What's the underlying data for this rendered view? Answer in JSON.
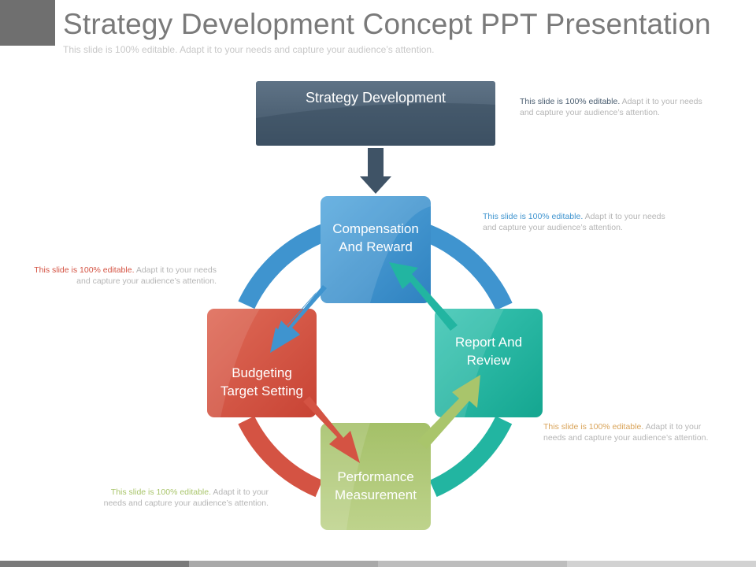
{
  "slide": {
    "title": "Strategy Development Concept PPT Presentation",
    "subtitle": "This slide is 100% editable. Adapt it to your needs and capture your audience’s attention."
  },
  "header": {
    "label": "Strategy Development"
  },
  "stages": {
    "compensation": {
      "line1": "Compensation",
      "line2": "And Reward"
    },
    "report": {
      "line1": "Report And",
      "line2": "Review"
    },
    "performance": {
      "line1": "Performance",
      "line2": "Measurement"
    },
    "budgeting": {
      "line1": "Budgeting",
      "line2": "Target Setting"
    }
  },
  "notes": {
    "top_right": {
      "lead": "This slide is 100% editable.",
      "rest": " Adapt it to your needs and capture your audience’s attention."
    },
    "compensation": {
      "lead": "This slide is 100% editable.",
      "rest": " Adapt it to your needs and capture your audience’s attention."
    },
    "budgeting": {
      "lead": "This slide is 100% editable.",
      "rest": " Adapt it to your needs and capture your audience’s attention."
    },
    "report": {
      "lead": "This slide is 100% editable.",
      "rest": " Adapt it to your needs and capture your audience’s attention."
    },
    "performance": {
      "lead": "This slide is 100% editable.",
      "rest": " Adapt it to your needs and capture your audience’s attention."
    }
  },
  "colors": {
    "header": "#4a5d70",
    "compensation": "#3f94cf",
    "report": "#22b5a1",
    "performance": "#a9c56b",
    "budgeting": "#d45343",
    "text_gray": "#b5b5b5"
  }
}
